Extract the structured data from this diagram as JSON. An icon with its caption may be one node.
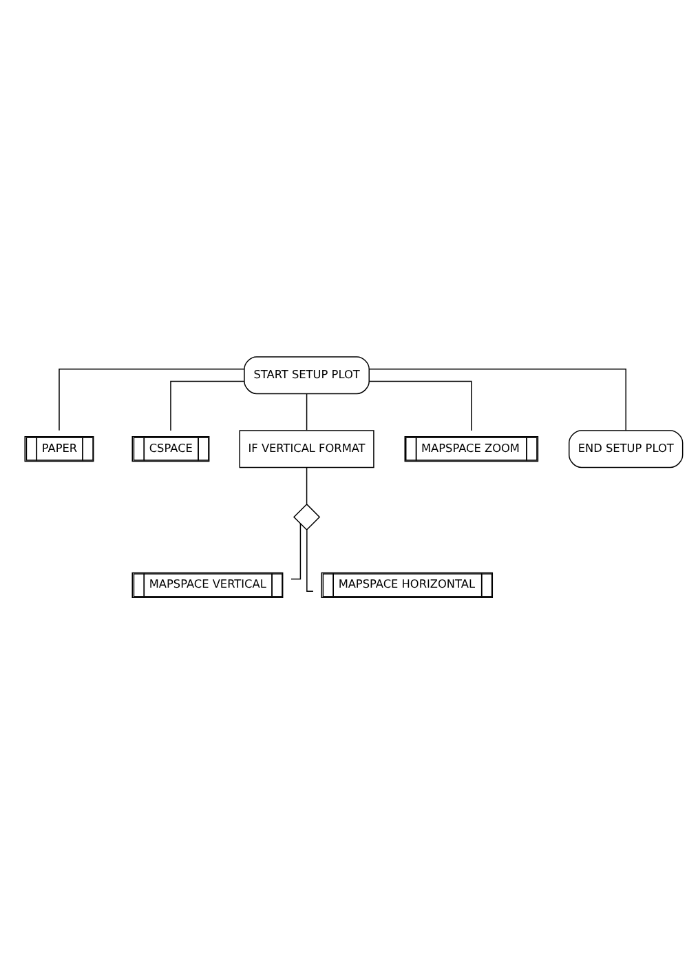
{
  "diagram": {
    "nodes": [
      {
        "text": [
          "START SETUP PLOT"
        ]
      },
      {
        "text": [
          "PAPER"
        ]
      },
      {
        "text": [
          "CSPACE"
        ]
      },
      {
        "text": [
          "IF VERTICAL FORMAT"
        ]
      },
      {
        "text": [],
        "shape": "diamond"
      },
      {
        "text": [
          "MAPSPACE VERTICAL"
        ]
      },
      {
        "text": [
          "MAPSPACE HORIZONTAL"
        ]
      },
      {
        "text": [
          "MAPSPACE ZOOM"
        ]
      },
      {
        "text": [
          "END SETUP PLOT"
        ]
      }
    ],
    "edges": [
      {
        "from": 0,
        "to": 1,
        "arrow": "none"
      },
      {
        "from": 0,
        "to": 2,
        "arrow": "none"
      },
      {
        "from": 0,
        "to": 3,
        "arrow": "none"
      },
      {
        "from": 3,
        "to": 4,
        "arrow": "none"
      },
      {
        "from": 4,
        "to": 5,
        "arrow": "none"
      },
      {
        "from": 4,
        "to": 6,
        "arrow": "none"
      },
      {
        "from": 0,
        "to": 7,
        "arrow": "none"
      },
      {
        "from": 0,
        "to": 8,
        "arrow": "none"
      }
    ]
  }
}
